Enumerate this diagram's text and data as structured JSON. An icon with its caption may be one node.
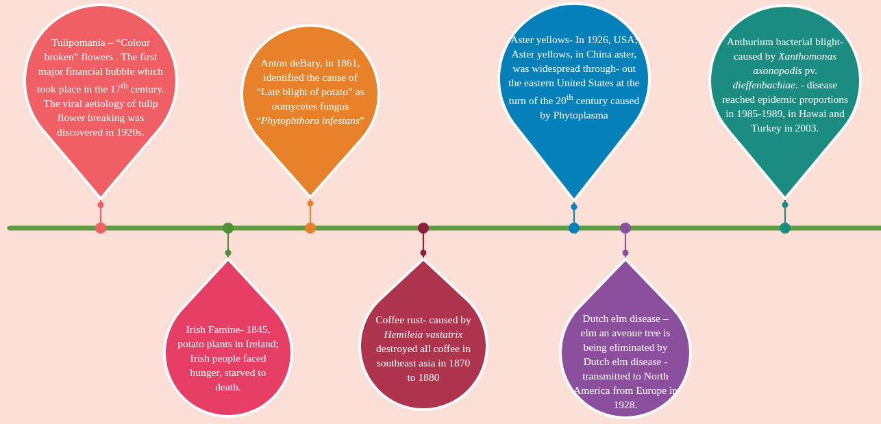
{
  "diagram": {
    "nodes": [
      {
        "text": [
          "Tulipomania – “Colour broken” flowers . The first major financial bubble which took place in the 17$^{th}$ century. The viral aetiology of tulip flower breaking was discovered in 1920s."
        ]
      },
      {
        "text": [
          "Irish Famine- 1845, potato plants in Ireland; Irish people faced hunger, starved to death."
        ]
      },
      {
        "text": [
          "Anton deBary, in 1861, identified the cause of “Late blight of potato” as oomycetes fungus “*Phytophthora infestans*”"
        ]
      },
      {
        "text": [
          "Coffee rust- caused by *Hemileia vastatrix* destroyed all coffee in southeast asia in 1870 to 1880"
        ]
      },
      {
        "text": [
          "Aster yellows- In 1926, USA; Aster yellows, in China aster, was widespread through- out the eastern United States at the turn of the 20$^{th}$ century caused by Phytoplasma"
        ]
      },
      {
        "text": [
          "Dutch elm disease – elm an avenue tree is being eliminated by Dutch elm disease - transmitted to North America from Europe in 1928."
        ]
      },
      {
        "text": [
          "Anthurium bacterial blight- caused by *Xanthomonas axonopodis* pv. *dieffenbachiae*. - disease reached epidemic proportions in 1985-1989, in Hawai and Turkey in 2003."
        ]
      },
      {
        "text": [],
        "shape": "circle"
      },
      {
        "text": [],
        "shape": "circle"
      },
      {
        "text": [],
        "shape": "circle"
      },
      {
        "text": [],
        "shape": "circle"
      },
      {
        "text": [],
        "shape": "circle"
      },
      {
        "text": [],
        "shape": "circle"
      },
      {
        "text": [],
        "shape": "circle"
      }
    ],
    "edges": [
      {
        "from": 0,
        "to": 7,
        "arrow": "other",
        "color": "#ef5f63"
      },
      {
        "from": 1,
        "to": 8,
        "arrow": "other",
        "color": "#4e8f35"
      },
      {
        "from": 2,
        "to": 9,
        "arrow": "other",
        "color": "#e8822a"
      },
      {
        "from": 3,
        "to": 10,
        "arrow": "other",
        "color": "#8e1f3c"
      },
      {
        "from": 4,
        "to": 11,
        "arrow": "other",
        "color": "#0580b8"
      },
      {
        "from": 5,
        "to": 12,
        "arrow": "other",
        "color": "#8b4f9e"
      },
      {
        "from": 6,
        "to": 13,
        "arrow": "other",
        "color": "#1b8d80"
      }
    ]
  }
}
